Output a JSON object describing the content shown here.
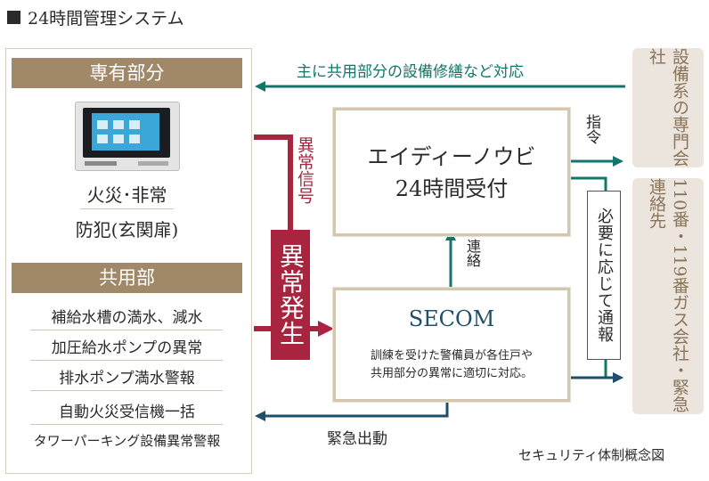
{
  "heading": "24時間管理システム",
  "private_area": {
    "header": "専有部分",
    "items": [
      "火災･非常",
      "防犯(玄関扉)"
    ]
  },
  "common_area": {
    "header": "共用部",
    "items": [
      "補給水槽の満水、減水",
      "加圧給水ポンプの異常",
      "排水ポンプ満水警報",
      "自動火災受信機一括",
      "タワーパーキング設備異常警報"
    ]
  },
  "signal_label": "異常信号",
  "occurrence_label": "異常発生",
  "center": {
    "title_line1": "エイディーノウビ",
    "title_line2": "24時間受付"
  },
  "secom": {
    "title": "SECOM",
    "desc_line1": "訓練を受けた警備員が各住戸や",
    "desc_line2": "共用部分の異常に適切に対応。"
  },
  "top_arrow_label": "主に共用部分の設備修繕など対応",
  "command_label": "指令",
  "contact_label": "連絡",
  "as_needed_label": "必要に応じて通報",
  "emergency_label": "緊急出動",
  "equipment_panel": "設備系の専門会社",
  "emergency_panel": "110番・119番ガス会社・緊急連絡先",
  "caption": "セキュリティ体制概念図",
  "colors": {
    "teal": "#12776a",
    "navy": "#1f4f6b",
    "crimson": "#a8243f",
    "gold": "#a08868"
  }
}
